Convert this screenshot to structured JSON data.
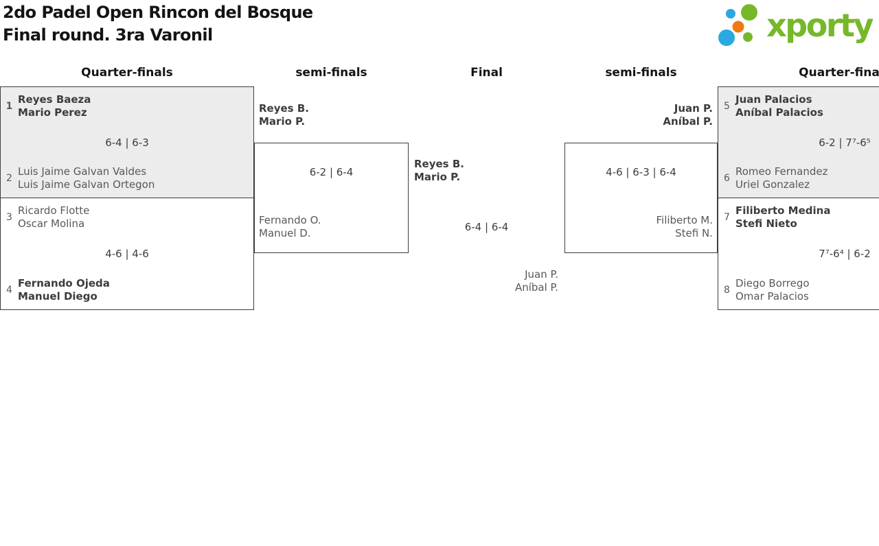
{
  "header": {
    "title_line1": "2do Padel Open Rincon del Bosque",
    "title_line2": "Final round. 3ra Varonil"
  },
  "logo": {
    "text": "xporty",
    "green": "#76b82a",
    "blue": "#29a9e0",
    "orange": "#ee7a12"
  },
  "rounds": {
    "qf_left": "Quarter-finals",
    "sf_left": "semi-finals",
    "final": "Final",
    "sf_right": "semi-finals",
    "qf_right": "Quarter-finals"
  },
  "bracket": {
    "qf1": {
      "seed1": "1",
      "team1": [
        "Reyes Baeza",
        "Mario Perez"
      ],
      "score": "6-4 | 6-3",
      "seed2": "2",
      "team2": [
        "Luis Jaime Galvan Valdes",
        "Luis Jaime Galvan Ortegon"
      ]
    },
    "qf2": {
      "seed1": "3",
      "team1": [
        "Ricardo Flotte",
        "Oscar Molina"
      ],
      "score": "4-6 | 4-6",
      "seed2": "4",
      "team2": [
        "Fernando Ojeda",
        "Manuel Diego"
      ]
    },
    "qf3": {
      "seed1": "5",
      "team1": [
        "Juan Palacios",
        "Aníbal Palacios"
      ],
      "score": "6-2 | 7⁷-6⁵",
      "seed2": "6",
      "team2": [
        "Romeo Fernandez",
        "Uriel Gonzalez"
      ]
    },
    "qf4": {
      "seed1": "7",
      "team1": [
        "Filiberto Medina",
        "Stefi Nieto"
      ],
      "score": "7⁷-6⁴ | 6-2",
      "seed2": "8",
      "team2": [
        "Diego Borrego",
        "Omar Palacios"
      ]
    },
    "sf1": {
      "team1": [
        "Reyes B.",
        "Mario P."
      ],
      "score": "6-2 | 6-4",
      "team2": [
        "Fernando O.",
        "Manuel D."
      ]
    },
    "sf2": {
      "team1": [
        "Juan P.",
        "Aníbal P."
      ],
      "score": "4-6 | 6-3 | 6-4",
      "team2": [
        "Filiberto M.",
        "Stefi N."
      ]
    },
    "final": {
      "team1": [
        "Reyes B.",
        "Mario P."
      ],
      "score": "6-4 | 6-4",
      "team2": [
        "Juan P.",
        "Aníbal P."
      ]
    }
  }
}
